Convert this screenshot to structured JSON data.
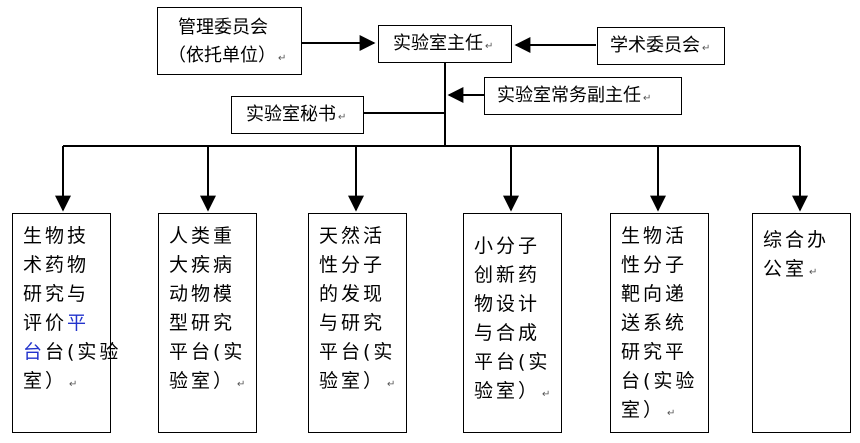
{
  "top": {
    "committee": {
      "line1": "管理委员会",
      "line2": "（依托单位）"
    },
    "director": "实验室主任",
    "academic": "学术委员会",
    "secretary": "实验室秘书",
    "deputy": "实验室常务副主任"
  },
  "platforms": [
    {
      "lines": [
        "生物技",
        "术药物",
        "研究与",
        "评价",
        "台(实验",
        "室）"
      ],
      "blue": "平",
      "blue2": "台"
    },
    {
      "lines": [
        "人类重",
        "大疾病",
        "动物模",
        "型研究",
        "平台(实",
        "验室）"
      ]
    },
    {
      "lines": [
        "天然活",
        "性分子",
        "的发现",
        "与研究",
        "平台(实",
        "验室）"
      ]
    },
    {
      "lines": [
        "小分子",
        "创新药",
        "物设计",
        "与合成",
        "平台(实",
        "验室）"
      ]
    },
    {
      "lines": [
        "生物活",
        "性分子",
        "靶向递",
        "送系统",
        "研究平",
        "台(实验",
        "室）"
      ]
    },
    {
      "lines": [
        "综合办",
        "公室"
      ]
    }
  ],
  "mark": "↵"
}
